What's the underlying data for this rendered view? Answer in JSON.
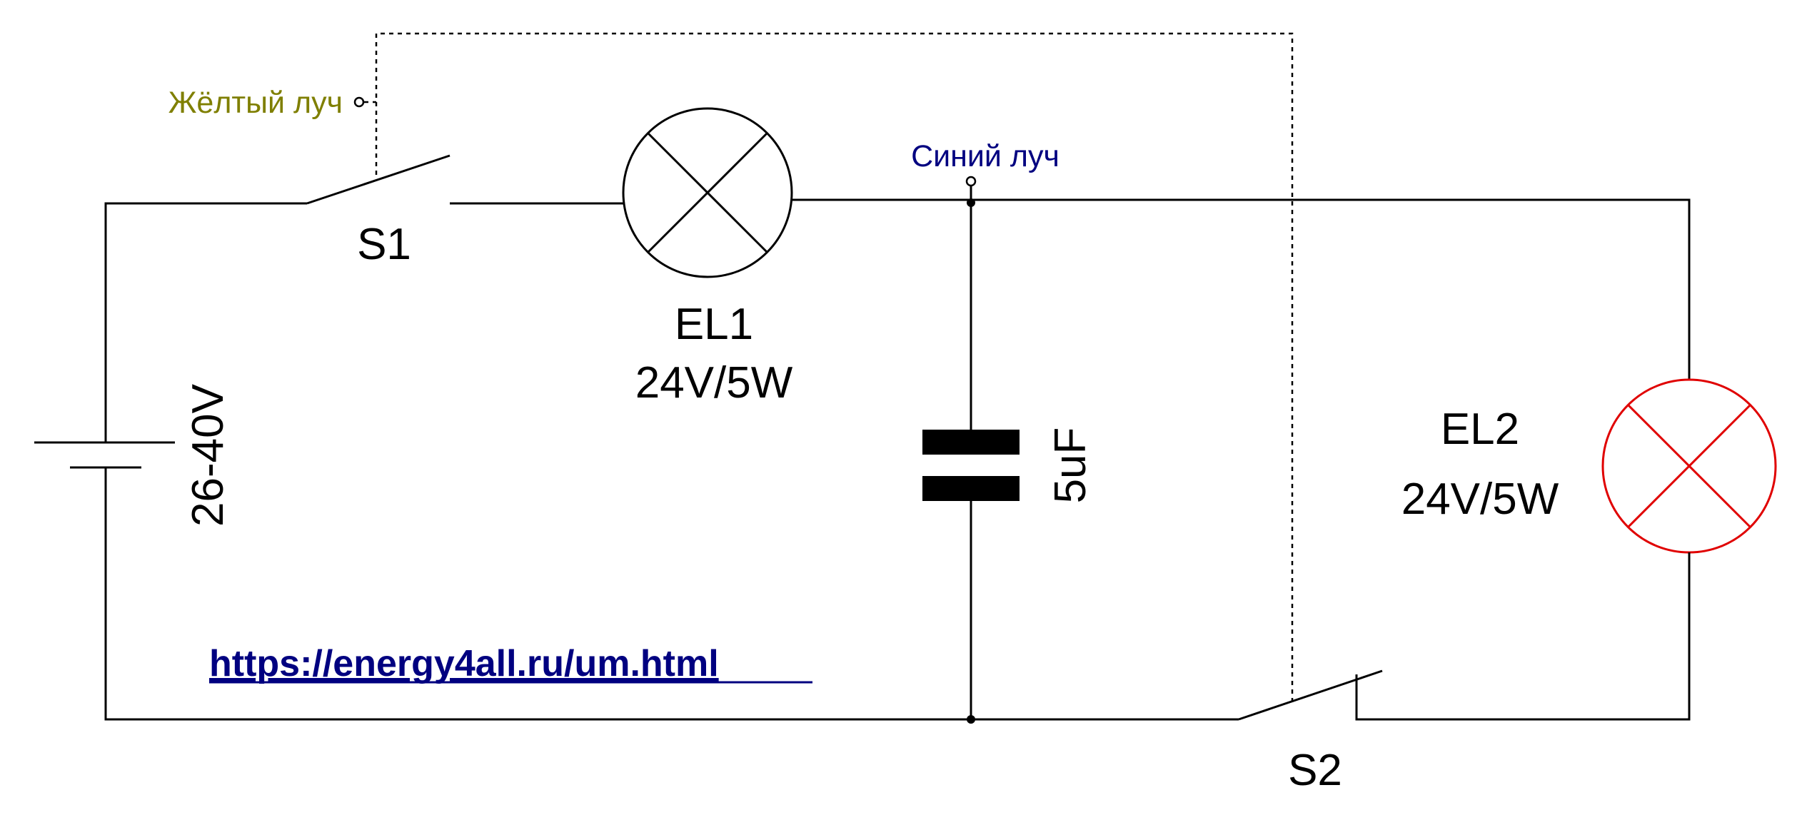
{
  "colors": {
    "wire": "#000000",
    "lamp_el2": "#e00000",
    "yellow_label": "#7f7f00",
    "blue_label": "#000080",
    "link": "#000080"
  },
  "labels": {
    "yellow_ray": "Жёлтый луч",
    "blue_ray": "Синий луч",
    "s1": "S1",
    "s2": "S2",
    "el1_name": "EL1",
    "el1_rating": "24V/5W",
    "el2_name": "EL2",
    "el2_rating": "24V/5W",
    "battery": "26-40V",
    "capacitor": "5uF",
    "url": "https://energy4all.ru/um.html"
  }
}
